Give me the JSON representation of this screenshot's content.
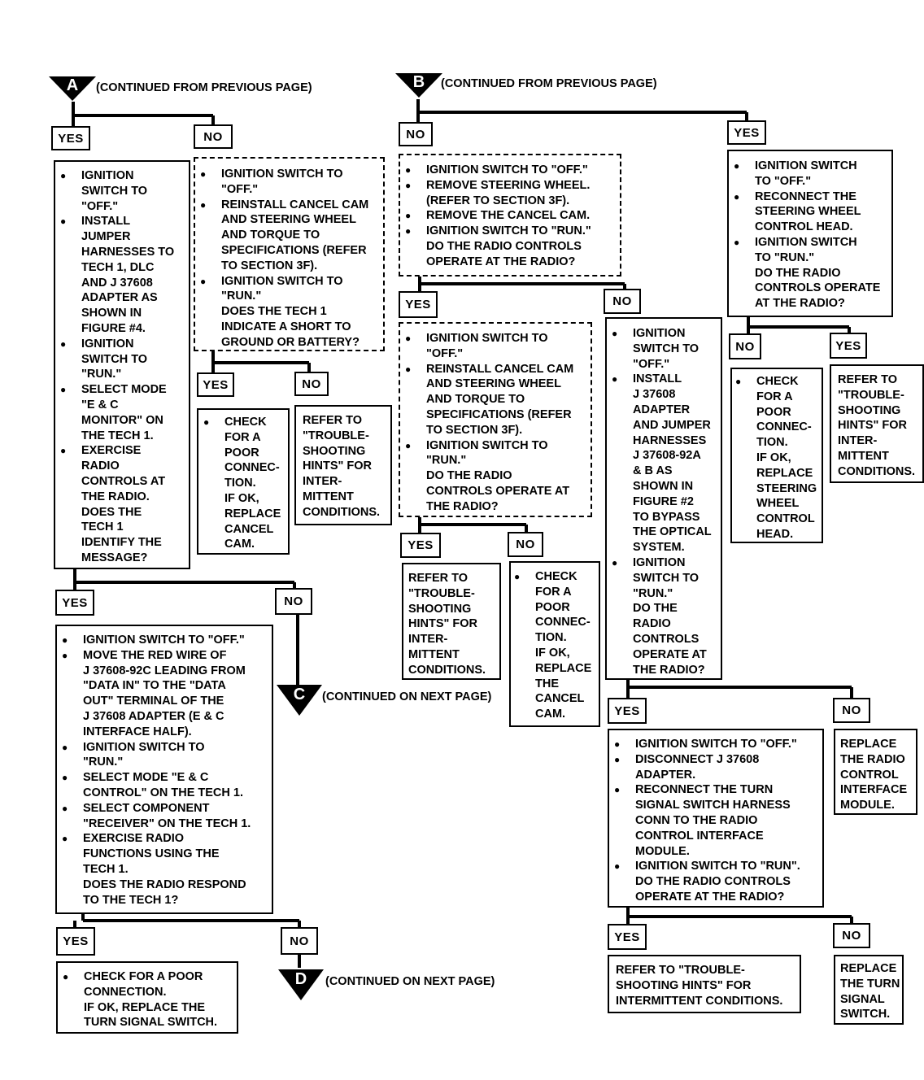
{
  "connectors": {
    "A": {
      "letter": "A",
      "note": "(CONTINUED FROM PREVIOUS PAGE)"
    },
    "B": {
      "letter": "B",
      "note": "(CONTINUED FROM PREVIOUS PAGE)"
    },
    "C": {
      "letter": "C",
      "note": "(CONTINUED ON NEXT PAGE)"
    },
    "D": {
      "letter": "D",
      "note": "(CONTINUED ON NEXT PAGE)"
    }
  },
  "labels": {
    "yes": "YES",
    "no": "NO"
  },
  "boxes": {
    "a_yes": [
      "IGNITION\nSWITCH TO\n\"OFF.\"",
      "INSTALL\nJUMPER\nHARNESSES TO\nTECH 1, DLC\nAND J 37608\nADAPTER AS\nSHOWN IN\nFIGURE #4.",
      "IGNITION\nSWITCH TO\n\"RUN.\"",
      "SELECT MODE\n\"E & C\nMONITOR\" ON\nTHE TECH 1.",
      "EXERCISE\nRADIO\nCONTROLS AT\nTHE RADIO.\nDOES THE\nTECH 1\nIDENTIFY THE\nMESSAGE?"
    ],
    "a_no": [
      "IGNITION SWITCH TO\n\"OFF.\"",
      "REINSTALL CANCEL CAM\nAND STEERING WHEEL\nAND TORQUE TO\nSPECIFICATIONS (REFER\nTO SECTION 3F).",
      "IGNITION SWITCH TO\n\"RUN.\"\nDOES THE TECH 1\nINDICATE A SHORT TO\nGROUND OR BATTERY?"
    ],
    "a_no_yes": [
      "CHECK\nFOR A\nPOOR\nCONNEC-\nTION.\nIF OK,\nREPLACE\nCANCEL\nCAM."
    ],
    "a_no_no": "REFER TO\n\"TROUBLE-\nSHOOTING\nHINTS\" FOR\nINTER-\nMITTENT\nCONDITIONS.",
    "a_yes_yes": [
      "IGNITION SWITCH TO \"OFF.\"",
      "MOVE THE RED WIRE OF\nJ 37608-92C LEADING FROM\n\"DATA IN\" TO THE \"DATA\nOUT\" TERMINAL OF THE\nJ 37608 ADAPTER (E & C\nINTERFACE HALF).",
      "IGNITION SWITCH TO\n\"RUN.\"",
      "SELECT MODE \"E & C\nCONTROL\" ON THE TECH 1.",
      "SELECT COMPONENT\n\"RECEIVER\" ON THE TECH 1.",
      "EXERCISE RADIO\nFUNCTIONS USING THE\nTECH 1.\nDOES THE RADIO RESPOND\nTO THE TECH 1?"
    ],
    "final_yes": [
      "CHECK FOR A POOR\nCONNECTION.\nIF OK, REPLACE THE\nTURN SIGNAL SWITCH."
    ],
    "b_no": [
      "IGNITION SWITCH TO \"OFF.\"",
      "REMOVE STEERING WHEEL.\n(REFER TO SECTION 3F).",
      "REMOVE THE CANCEL CAM.",
      "IGNITION SWITCH TO \"RUN.\"\nDO THE RADIO CONTROLS\nOPERATE AT THE RADIO?"
    ],
    "b_no_yes": [
      "IGNITION SWITCH TO\n\"OFF.\"",
      "REINSTALL CANCEL CAM\nAND STEERING WHEEL\nAND TORQUE TO\nSPECIFICATIONS (REFER\nTO SECTION 3F).",
      "IGNITION SWITCH TO\n\"RUN.\"\nDO THE RADIO\nCONTROLS OPERATE AT\nTHE RADIO?"
    ],
    "b_no_yes_yes": "REFER TO\n\"TROUBLE-\nSHOOTING\nHINTS\" FOR\nINTER-\nMITTENT\nCONDITIONS.",
    "b_no_yes_no": [
      "CHECK\nFOR A\nPOOR\nCONNEC-\nTION.\nIF OK,\nREPLACE\nTHE\nCANCEL\nCAM."
    ],
    "b_no_no": [
      "IGNITION\nSWITCH TO\n\"OFF.\"",
      "INSTALL\nJ 37608\nADAPTER\nAND JUMPER\nHARNESSES\nJ 37608-92A\n& B AS\nSHOWN IN\nFIGURE #2\nTO BYPASS\nTHE OPTICAL\nSYSTEM.",
      "IGNITION\nSWITCH TO\n\"RUN.\"\nDO THE\nRADIO\nCONTROLS\nOPERATE AT\nTHE RADIO?"
    ],
    "b_yes": [
      "IGNITION SWITCH\nTO \"OFF.\"",
      "RECONNECT THE\nSTEERING WHEEL\nCONTROL HEAD.",
      "IGNITION SWITCH\nTO \"RUN.\"\nDO THE RADIO\nCONTROLS OPERATE\nAT THE RADIO?"
    ],
    "b_yes_no": [
      "CHECK\nFOR A\nPOOR\nCONNEC-\nTION.\nIF OK,\nREPLACE\nSTEERING\nWHEEL\nCONTROL\nHEAD."
    ],
    "b_yes_yes": "REFER TO\n\"TROUBLE-\nSHOOTING\nHINTS\" FOR\nINTER-\nMITTENT\nCONDITIONS.",
    "b_nn_yes": [
      "IGNITION SWITCH TO \"OFF.\"",
      "DISCONNECT J 37608\nADAPTER.",
      "RECONNECT THE TURN\nSIGNAL SWITCH HARNESS\nCONN TO THE RADIO\nCONTROL INTERFACE\nMODULE.",
      "IGNITION SWITCH TO \"RUN\".\nDO THE RADIO CONTROLS\nOPERATE AT THE RADIO?"
    ],
    "b_nn_no": "REPLACE\nTHE RADIO\nCONTROL\nINTERFACE\nMODULE.",
    "b_nny_yes": "REFER TO \"TROUBLE-\nSHOOTING HINTS\" FOR\nINTERMITTENT CONDITIONS.",
    "b_nny_no": "REPLACE\nTHE TURN\nSIGNAL\nSWITCH."
  }
}
